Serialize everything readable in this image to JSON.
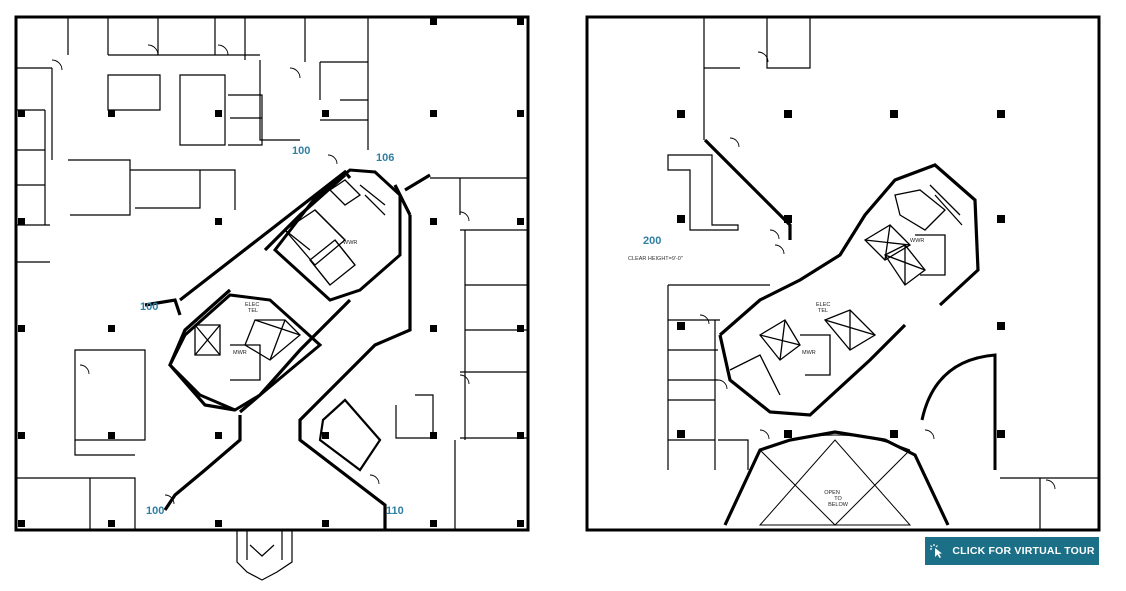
{
  "floor1": {
    "suites": [
      "100",
      "106",
      "100",
      "100",
      "110"
    ],
    "rooms": {
      "elec": "ELEC",
      "tel": "TEL",
      "mwr": "MWR",
      "wwr": "WWR"
    }
  },
  "floor2": {
    "suite": "200",
    "clear_height": "CLEAR HEIGHT=9'-0\"",
    "rooms": {
      "elec": "ELEC",
      "tel": "TEL",
      "mwr": "MWR",
      "wwr": "WWR"
    },
    "open_to_below": [
      "OPEN",
      "TO",
      "BELOW"
    ]
  },
  "tour_button": {
    "label": "CLICK FOR VIRTUAL TOUR",
    "icon": "pointer-click-icon"
  },
  "colors": {
    "accent": "#1b6f86",
    "suite_label": "#2f7fa3",
    "walls": "#000000"
  }
}
